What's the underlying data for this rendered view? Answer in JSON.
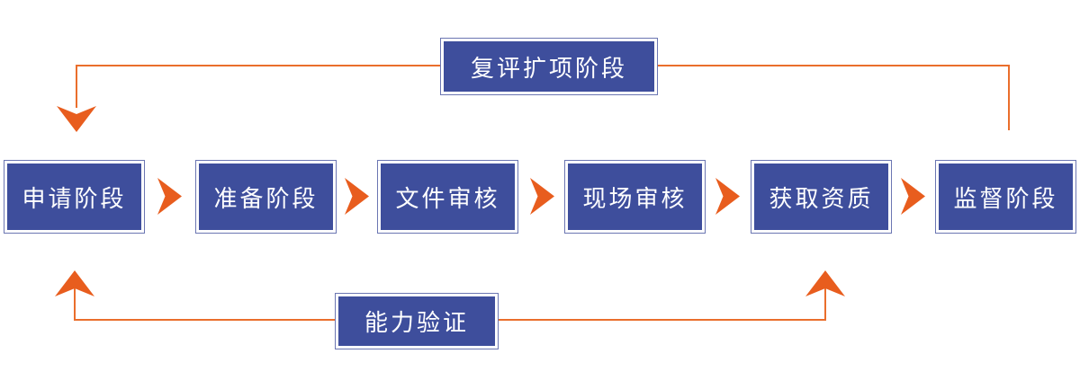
{
  "colors": {
    "box_fill": "#3E4E9C",
    "box_outline": "#6B76B2",
    "box_inner_border": "#FFFFFF",
    "arrow_orange": "#E85D1E",
    "line_orange": "#EA6E2C",
    "text_color": "#FFFFFF",
    "page_bg": "#FFFFFF"
  },
  "flow": {
    "stages": [
      {
        "label": "申请阶段"
      },
      {
        "label": "准备阶段"
      },
      {
        "label": "文件审核"
      },
      {
        "label": "现场审核"
      },
      {
        "label": "获取资质"
      },
      {
        "label": "监督阶段"
      }
    ],
    "loops": {
      "top": {
        "label": "复评扩项阶段",
        "from": "监督阶段",
        "to": "申请阶段",
        "arrow_direction": "down"
      },
      "bottom": {
        "label": "能力验证",
        "connects": [
          "申请阶段",
          "获取资质"
        ],
        "arrow_direction": "up"
      }
    }
  }
}
